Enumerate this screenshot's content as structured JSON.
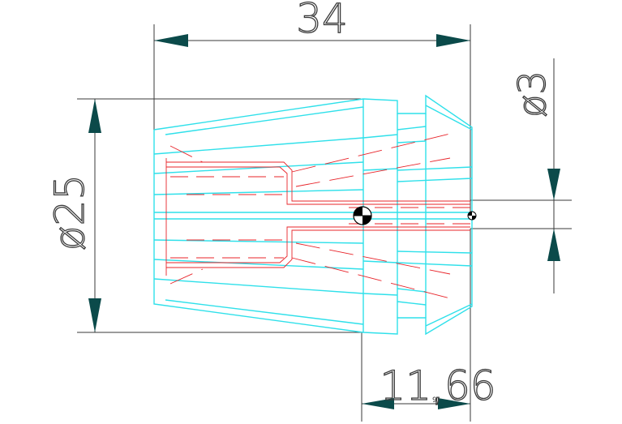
{
  "drawing": {
    "dimensions": {
      "length": "34",
      "outer_diameter": "ø25",
      "bore_diameter": "ø3",
      "offset": "11,66",
      "offset_mark": "9"
    },
    "colors": {
      "outline": "#2fe0ea",
      "hidden_lines": "#e8242a",
      "dimension_lines": "#3a3a3a",
      "arrowheads": "#0b4a4a",
      "background": "#ffffff"
    }
  }
}
